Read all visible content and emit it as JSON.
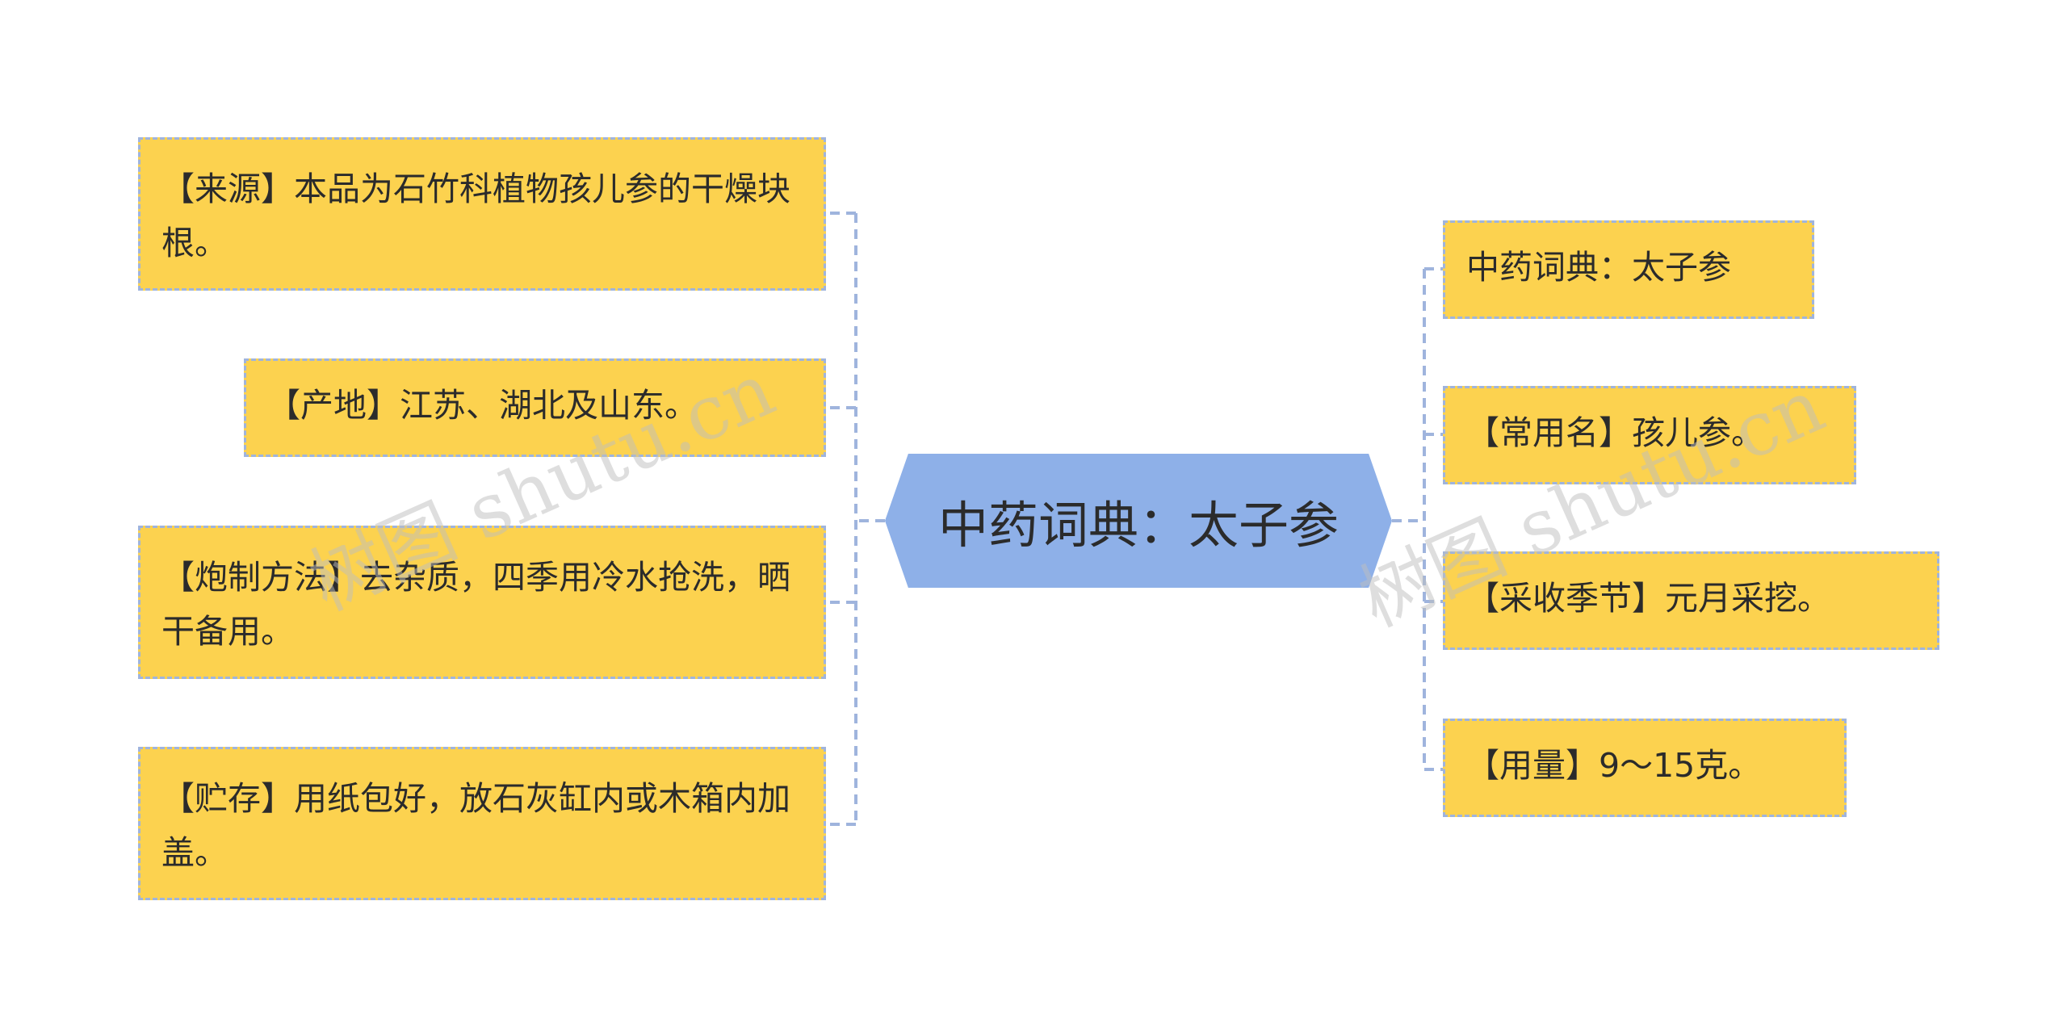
{
  "root": {
    "label": "中药词典：太子参"
  },
  "left_nodes": [
    {
      "text": "【来源】本品为石竹科植物孩儿参的干燥块根。"
    },
    {
      "text": "【产地】江苏、湖北及山东。"
    },
    {
      "text": "【炮制方法】去杂质，四季用冷水抢洗，晒干备用。"
    },
    {
      "text": "【贮存】用纸包好，放石灰缸内或木箱内加盖。"
    }
  ],
  "right_nodes": [
    {
      "text": "中药词典：太子参"
    },
    {
      "text": "【常用名】孩儿参。"
    },
    {
      "text": "【采收季节】元月采挖。"
    },
    {
      "text": "【用量】9～15克。"
    }
  ],
  "watermark": {
    "text": "树图 shutu.cn"
  },
  "colors": {
    "node_fill": "#fcd24f",
    "node_border": "#9fb4dd",
    "root_fill": "#8eb0e8",
    "connector": "#9fb4dd"
  }
}
